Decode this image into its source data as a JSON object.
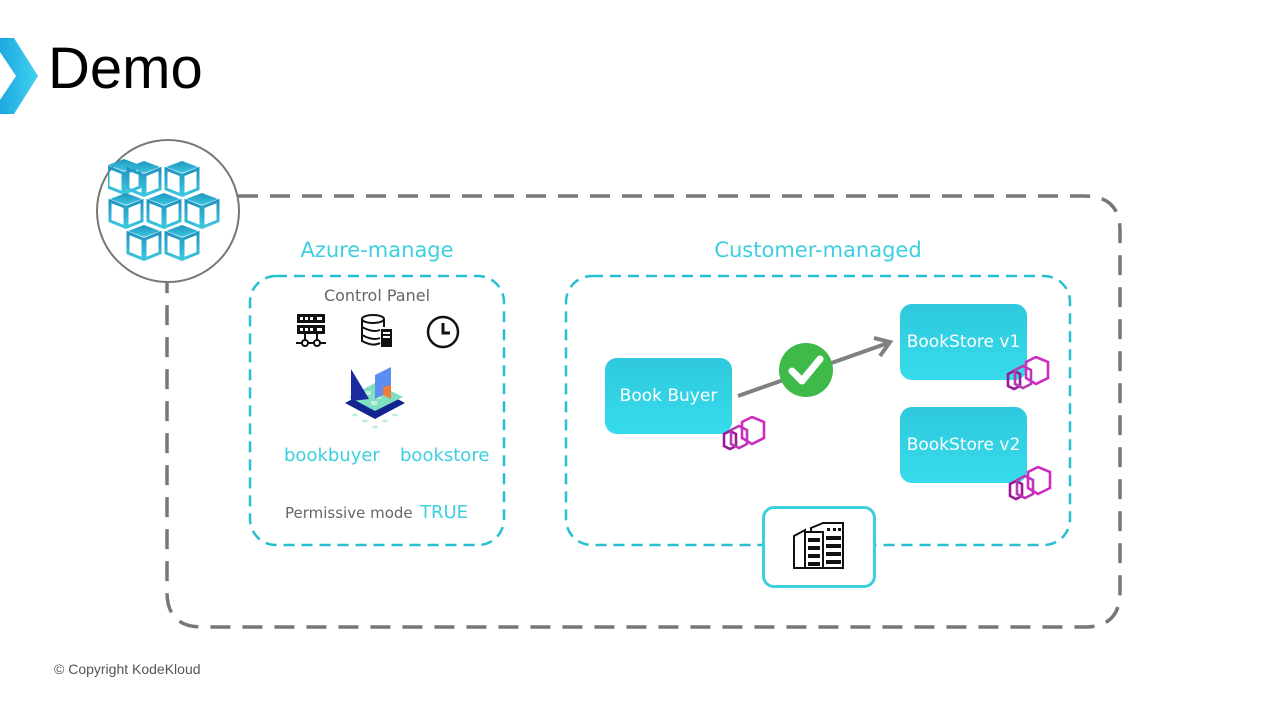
{
  "slide": {
    "title": "Demo",
    "copyright": "© Copyright KodeKloud"
  },
  "azure_managed": {
    "heading": "Azure-manage",
    "control_panel_label": "Control Panel",
    "icons": [
      "server-rack-icon",
      "database-server-icon",
      "clock-icon"
    ],
    "logo": "open-service-mesh-logo",
    "namespaces": [
      "bookbuyer",
      "bookstore"
    ],
    "permissive_mode_label": "Permissive mode",
    "permissive_mode_value": "TRUE"
  },
  "customer_managed": {
    "heading": "Customer-managed",
    "services": {
      "book_buyer": "Book Buyer",
      "bookstore_v1": "BookStore v1",
      "bookstore_v2": "BookStore v2"
    },
    "connection_status": "allowed",
    "sidecar_icon": "envoy-proxy-icon",
    "node_icon": "datacenter-servers-icon"
  },
  "cluster_icon": "aks-cubes-icon",
  "colors": {
    "accent_cyan": "#3ccfe0",
    "cluster_border": "#777777",
    "check_green": "#3fb94a",
    "envoy_magenta": "#c22ab8",
    "brand_chevron": "#29b6e8"
  }
}
